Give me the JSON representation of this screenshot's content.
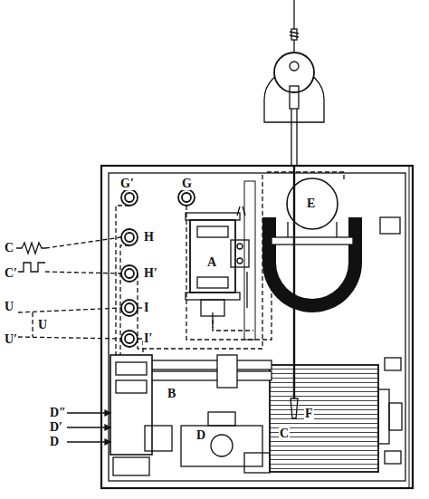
{
  "diagram": {
    "labels": [
      "G′",
      "G",
      "C",
      "H",
      "C′",
      "H′",
      "U",
      "I",
      "U",
      "U′",
      "I′",
      "A",
      "E",
      "D″",
      "D′",
      "B",
      "D",
      "D",
      "C",
      "F"
    ]
  }
}
